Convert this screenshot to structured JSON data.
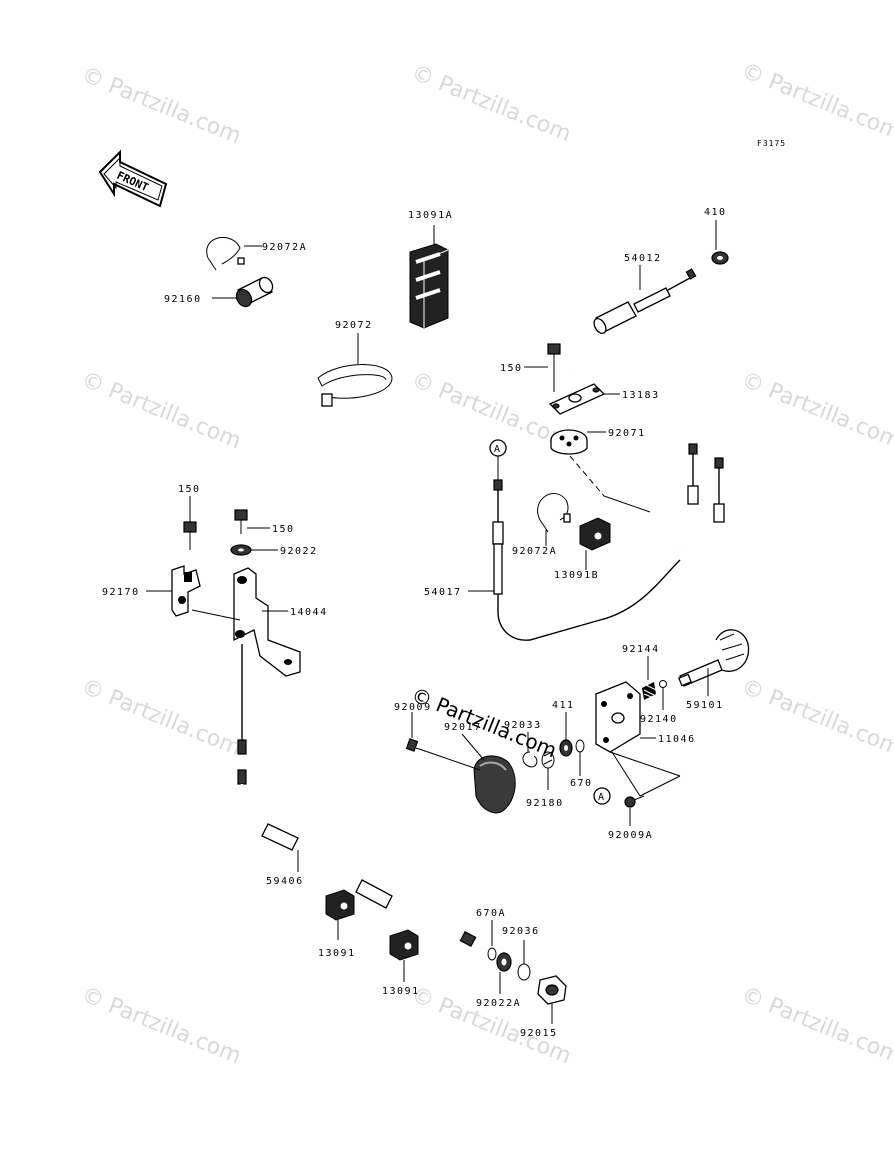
{
  "figure_code": "F3175",
  "front_label": "FRONT",
  "watermark": "© Partzilla.com",
  "center_watermark": "© Partzilla.com",
  "circle_ref": "A",
  "labels": {
    "p92072A_top": "92072A",
    "p92160": "92160",
    "p13091A": "13091A",
    "p92072": "92072",
    "p410": "410",
    "p54012": "54012",
    "p150_top": "150",
    "p13183": "13183",
    "p92071": "92071",
    "p150_left": "150",
    "p150_mid": "150",
    "p92022": "92022",
    "p92170": "92170",
    "p14044": "14044",
    "p92072A_mid": "92072A",
    "p13091B": "13091B",
    "p54017": "54017",
    "p92144": "92144",
    "p92140": "92140",
    "p59101": "59101",
    "p92009": "92009",
    "p92017": "92017",
    "p92033": "92033",
    "p411": "411",
    "p11046": "11046",
    "p670": "670",
    "p92180": "92180",
    "p92009A": "92009A",
    "p59406": "59406",
    "p670A": "670A",
    "p92036": "92036",
    "p13091_a": "13091",
    "p13091_b": "13091",
    "p92022A": "92022A",
    "p92015": "92015"
  }
}
